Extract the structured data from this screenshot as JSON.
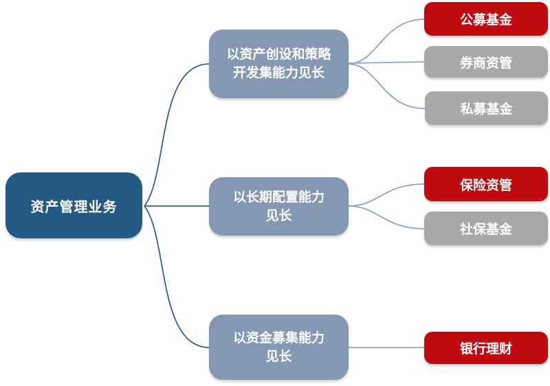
{
  "colors": {
    "root_fill": "#235A84",
    "branch_fill": "#8498B4",
    "leaf_red_fill": "#C00A10",
    "leaf_gray_fill": "#A8A8A8",
    "line_dark": "#2D5F8F",
    "line_light": "#8FA3C0",
    "text": "#FFFFFF"
  },
  "nodes": {
    "root": {
      "label": "资产管理业务"
    },
    "branches": [
      {
        "label": "以资产创设和策略开发集能力见长",
        "lines": [
          "以资产创设和策略",
          "开发集能力见长"
        ],
        "children": [
          {
            "label": "公募基金",
            "type": "red"
          },
          {
            "label": "券商资管",
            "type": "gray"
          },
          {
            "label": "私募基金",
            "type": "gray"
          }
        ]
      },
      {
        "label": "以长期配置能力见长",
        "lines": [
          "以长期配置能力",
          "见长"
        ],
        "children": [
          {
            "label": "保险资管",
            "type": "red"
          },
          {
            "label": "社保基金",
            "type": "gray"
          }
        ]
      },
      {
        "label": "以资金募集能力见长",
        "lines": [
          "以资金募集能力",
          "见长"
        ],
        "children": [
          {
            "label": "银行理财",
            "type": "red"
          }
        ]
      }
    ]
  }
}
